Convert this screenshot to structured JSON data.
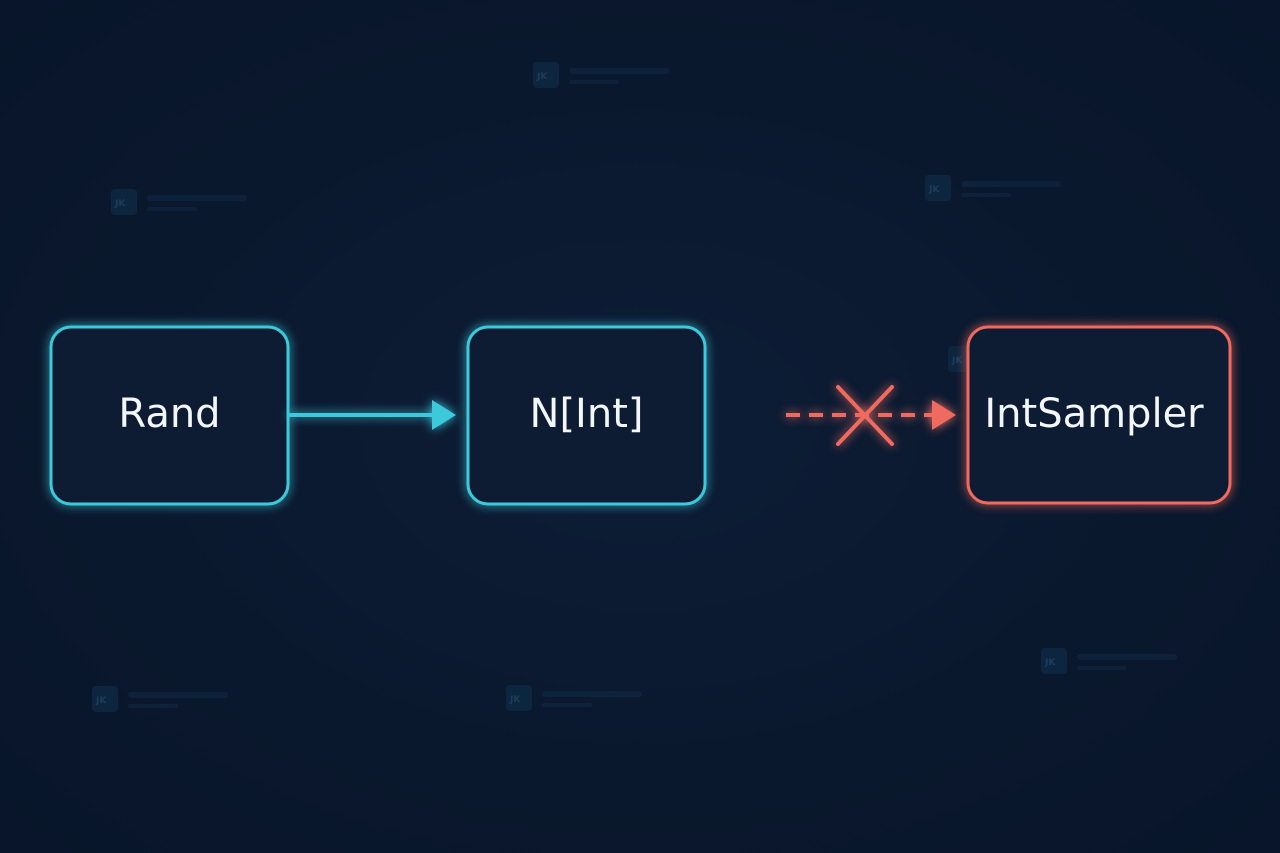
{
  "nodes": {
    "rand": {
      "label": "Rand"
    },
    "n_int": {
      "label": "N[Int]"
    },
    "int_sampler": {
      "label": "IntSampler"
    }
  },
  "edges": [
    {
      "from": "rand",
      "to": "n_int",
      "style": "solid"
    },
    {
      "from": "boundary",
      "to": "int_sampler",
      "style": "dashed",
      "blocked": true
    }
  ],
  "colors": {
    "background": "#0a182d",
    "valid": "#3ec9dc",
    "invalid": "#ef6b5e",
    "label": "#f3f6fa"
  },
  "icons": {
    "blocked_marker": "x-cross-icon",
    "watermark": "watermark-logo-icon"
  }
}
